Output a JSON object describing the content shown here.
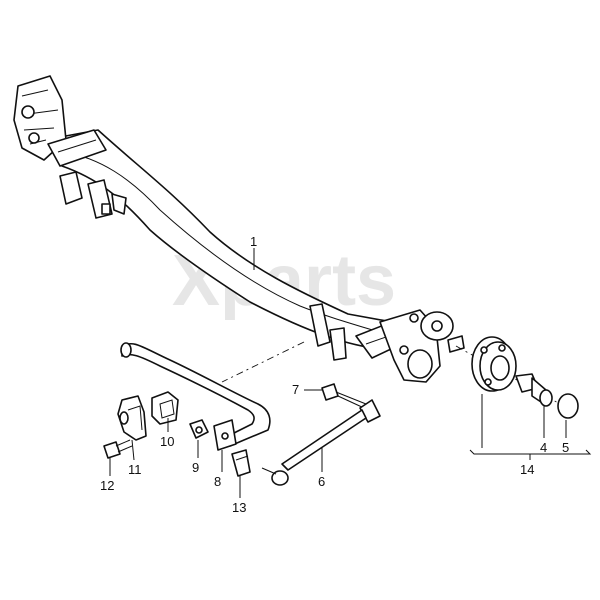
{
  "watermark": "Xparts",
  "callouts": {
    "c1": "1",
    "c4": "4",
    "c5": "5",
    "c6": "6",
    "c7": "7",
    "c8": "8",
    "c9": "9",
    "c10": "10",
    "c11": "11",
    "c12": "12",
    "c13": "13",
    "c14": "14"
  },
  "colors": {
    "line": "#111111",
    "watermark": "#e6e6e6",
    "background": "#ffffff"
  }
}
